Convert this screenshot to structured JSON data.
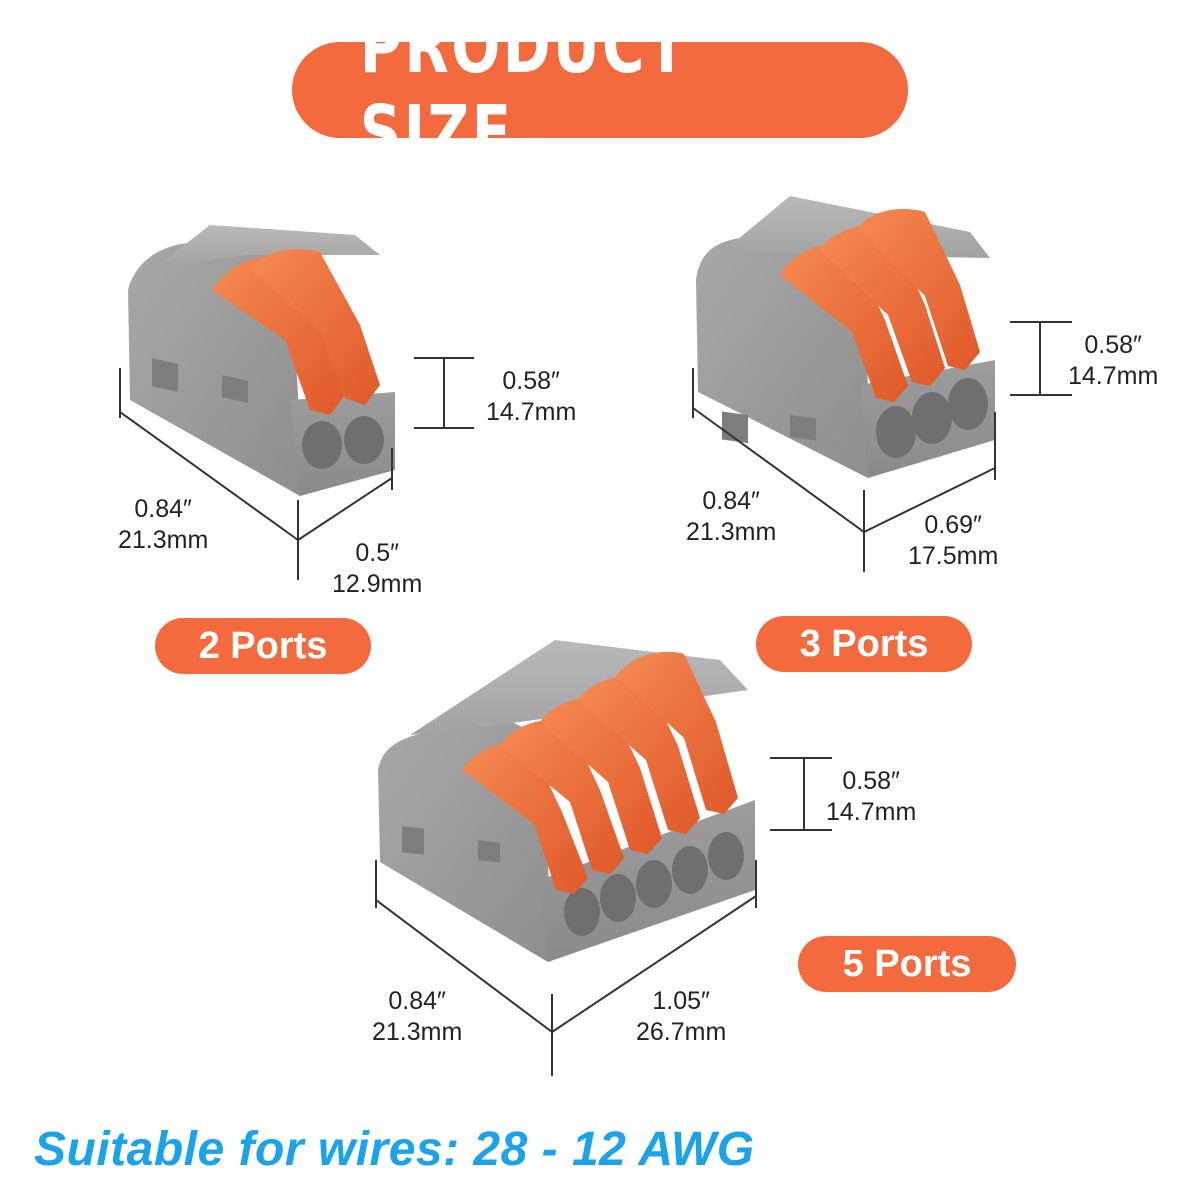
{
  "title": "PRODUCT SIZE",
  "colors": {
    "accent": "#f26a3d",
    "housing": "#9a9a9a",
    "lever": "#f26a3d",
    "footer_text": "#1aa3e8",
    "dimension_line": "#333333"
  },
  "connectors": [
    {
      "label": "2 Ports",
      "ports": 2,
      "height": {
        "in": "0.58″",
        "mm": "14.7mm"
      },
      "depth": {
        "in": "0.84″",
        "mm": "21.3mm"
      },
      "width": {
        "in": "0.5″",
        "mm": "12.9mm"
      }
    },
    {
      "label": "3 Ports",
      "ports": 3,
      "height": {
        "in": "0.58″",
        "mm": "14.7mm"
      },
      "depth": {
        "in": "0.84″",
        "mm": "21.3mm"
      },
      "width": {
        "in": "0.69″",
        "mm": "17.5mm"
      }
    },
    {
      "label": "5 Ports",
      "ports": 5,
      "height": {
        "in": "0.58″",
        "mm": "14.7mm"
      },
      "depth": {
        "in": "0.84″",
        "mm": "21.3mm"
      },
      "width": {
        "in": "1.05″",
        "mm": "26.7mm"
      }
    }
  ],
  "footer": "Suitable for wires: 28 - 12 AWG"
}
